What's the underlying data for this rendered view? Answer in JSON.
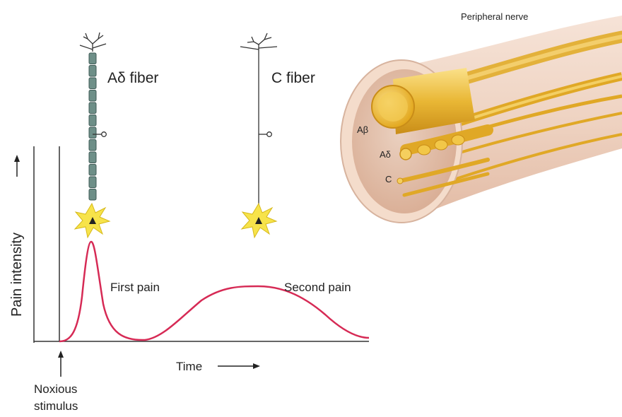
{
  "left_diagram": {
    "fiber_labels": {
      "a_delta": "Aδ fiber",
      "c": "C fiber"
    },
    "axis_labels": {
      "y": "Pain intensity",
      "x": "Time"
    },
    "curve_labels": {
      "first": "First pain",
      "second": "Second pain"
    },
    "stimulus_label": [
      "Noxious",
      "stimulus"
    ],
    "colors": {
      "curve": "#d62a55",
      "myelin": "#6e8f88",
      "axon": "#333333",
      "star": "#f7e34a"
    }
  },
  "right_diagram": {
    "title": "Peripheral nerve",
    "fiber_labels": {
      "a_beta": "Aβ",
      "a_delta": "Aδ",
      "c": "C"
    },
    "colors": {
      "sheath": "#efd4c3",
      "interior": "#e5c2ad",
      "fiber": "#e0a826",
      "fiber_light": "#f7d874"
    }
  }
}
